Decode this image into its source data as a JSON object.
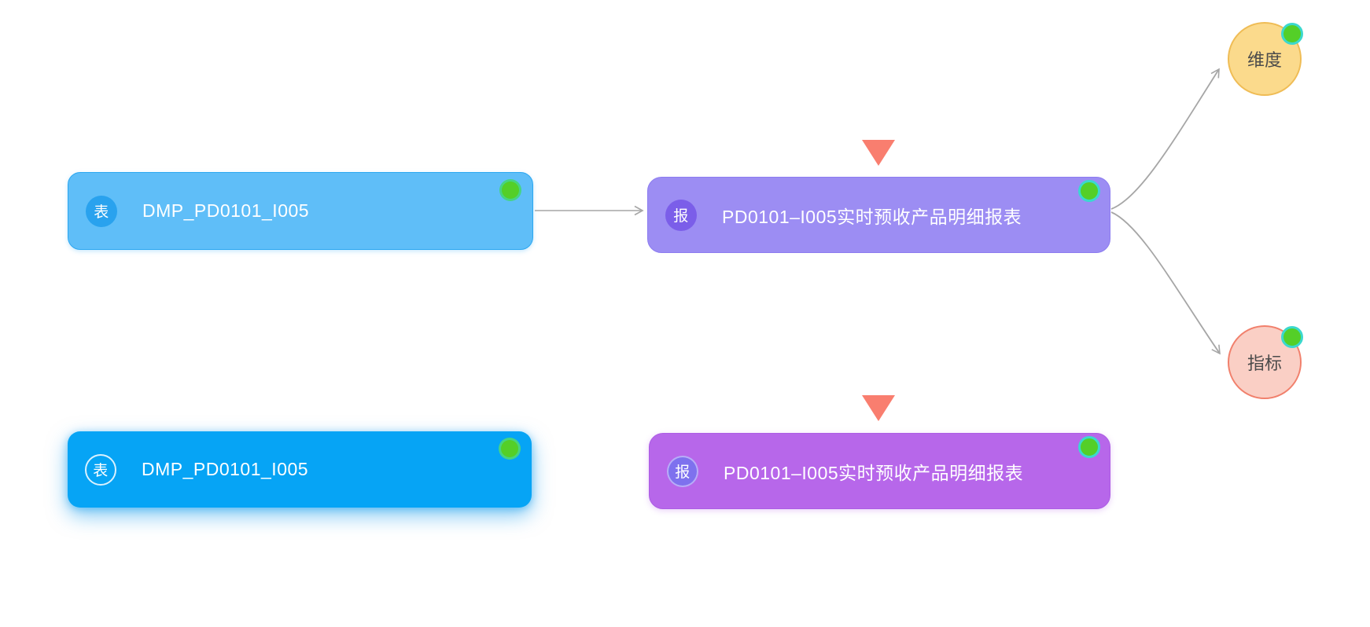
{
  "diagram": {
    "nodes": [
      {
        "id": "table-top",
        "icon": "表",
        "label": "DMP_PD0101_I005",
        "fill": "#5FBEF8",
        "status_color": "#54CF28",
        "selected": false
      },
      {
        "id": "report-top",
        "icon": "报",
        "label": "PD0101–I005实时预收产品明细报表",
        "fill": "#9C8DF3",
        "status_color": "#54CF28",
        "selected": false
      },
      {
        "id": "table-selected",
        "icon": "表",
        "label": "DMP_PD0101_I005",
        "fill": "#06A4F5",
        "status_color": "#54CF28",
        "selected": true
      },
      {
        "id": "report-bottom",
        "icon": "报",
        "label": "PD0101–I005实时预收产品明细报表",
        "fill": "#B767EA",
        "status_color": "#54CF28",
        "selected": false
      }
    ],
    "terminals": [
      {
        "id": "dimension",
        "label": "维度",
        "fill": "#FBDA8C",
        "border": "#EFBC55",
        "status_color": "#54CF28"
      },
      {
        "id": "metric",
        "label": "指标",
        "fill": "#FACFC5",
        "border": "#F1806C",
        "status_color": "#54CF28"
      }
    ],
    "markers": {
      "triangle_color": "#F97E6F",
      "status_ring_color": "#3BD8CE"
    },
    "edges": {
      "color": "#A6A6A6",
      "connections": [
        "table-top -> report-top",
        "report-top -> dimension",
        "report-top -> metric"
      ]
    }
  }
}
